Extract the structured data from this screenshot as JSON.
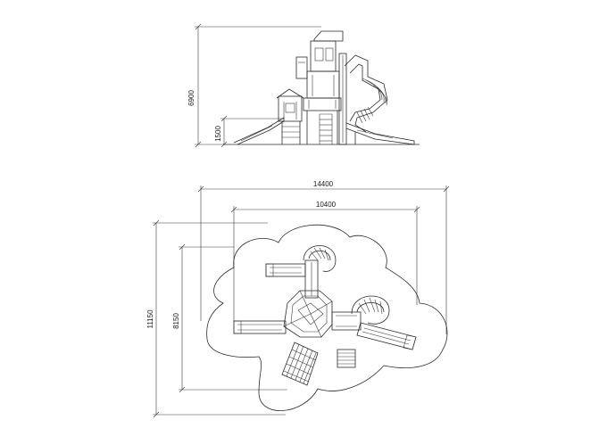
{
  "elevation": {
    "dim_height_total": "6900",
    "dim_height_platform": "1500"
  },
  "plan": {
    "dim_width_outer": "14400",
    "dim_width_inner": "10400",
    "dim_depth_outer": "11150",
    "dim_depth_inner": "8150"
  }
}
